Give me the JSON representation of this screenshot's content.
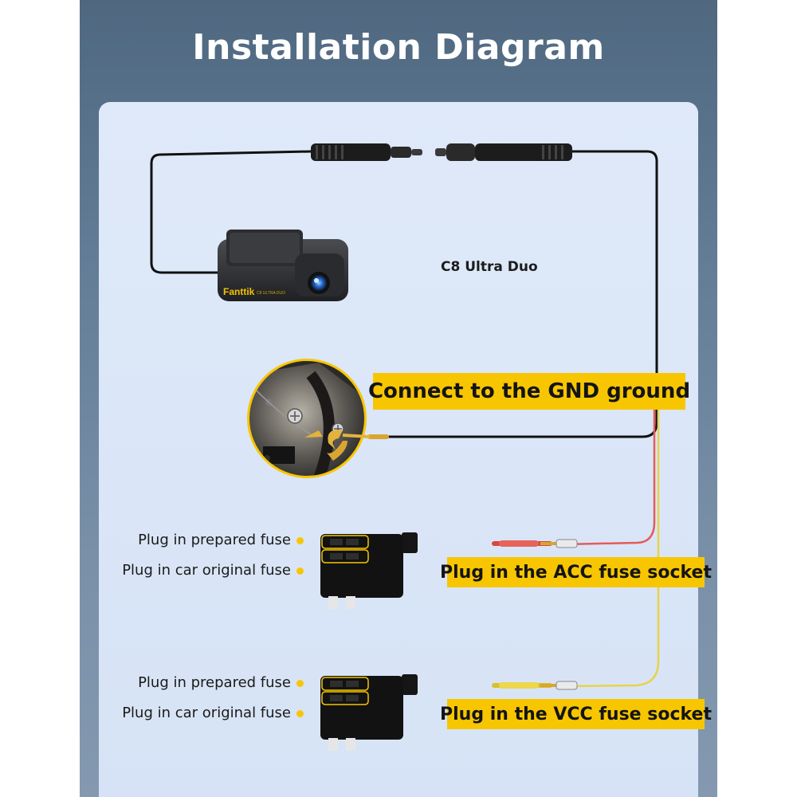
{
  "title": "Installation Diagram",
  "camera": {
    "model_label": "C8 Ultra Duo",
    "brand_text": "Fanttik",
    "body_text": "C8 ULTRA DUO"
  },
  "labels": {
    "gnd": "Connect to the GND ground",
    "acc": "Plug in the ACC fuse socket",
    "vcc": "Plug in the VCC fuse socket",
    "acc_prepared": "Plug in prepared fuse",
    "acc_original": "Plug in car original fuse",
    "vcc_prepared": "Plug in prepared fuse",
    "vcc_original": "Plug in car original fuse"
  },
  "colors": {
    "accent_yellow": "#f7c600",
    "wire_black": "#111111",
    "wire_red": "#e65a5a",
    "wire_yellow": "#e8d24a",
    "background": "#5f7892",
    "panel": "#dbe6f7"
  }
}
